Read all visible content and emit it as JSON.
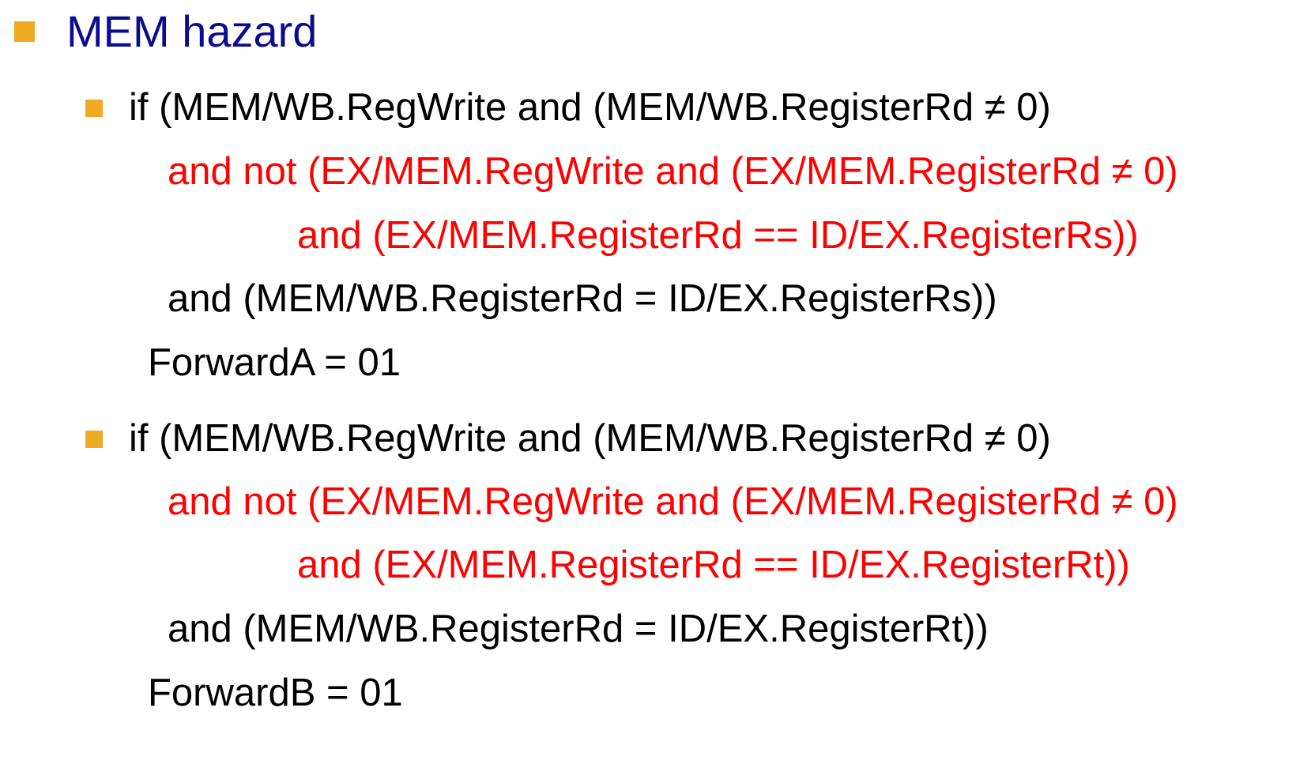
{
  "heading": {
    "title": "MEM hazard"
  },
  "blocks": [
    {
      "lines": [
        "if (MEM/WB.RegWrite and (MEM/WB.RegisterRd ≠ 0)",
        "and not (EX/MEM.RegWrite and (EX/MEM.RegisterRd ≠ 0)",
        "and (EX/MEM.RegisterRd == ID/EX.RegisterRs))",
        "and (MEM/WB.RegisterRd = ID/EX.RegisterRs))",
        "ForwardA = 01"
      ]
    },
    {
      "lines": [
        "if (MEM/WB.RegWrite and (MEM/WB.RegisterRd ≠ 0)",
        "and not (EX/MEM.RegWrite and (EX/MEM.RegisterRd ≠ 0)",
        "and (EX/MEM.RegisterRd == ID/EX.RegisterRt))",
        "and (MEM/WB.RegisterRd = ID/EX.RegisterRt))",
        "ForwardB = 01"
      ]
    }
  ],
  "colors": {
    "title": "#0b0b8f",
    "bullet": "#f0aa22",
    "text": "#000000",
    "highlight": "#ff0000"
  }
}
